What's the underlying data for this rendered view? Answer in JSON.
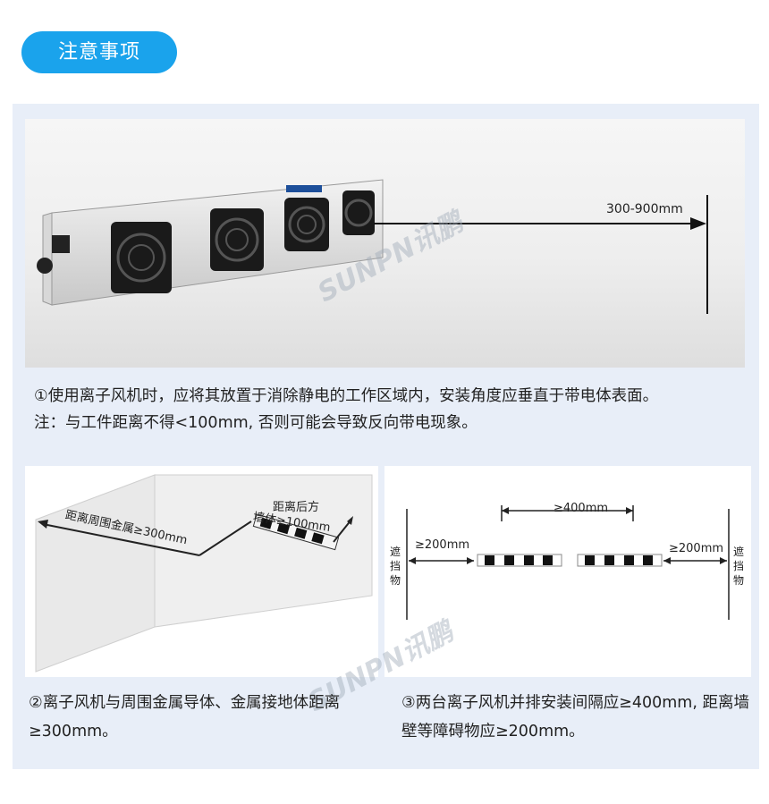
{
  "header": {
    "title": "注意事项"
  },
  "top_figure": {
    "distance_label": "300-900mm",
    "watermark": "SUNPN讯鹏"
  },
  "note1": {
    "line1": "①使用离子风机时，应将其放置于消除静电的工作区域内，安装角度应垂直于带电体表面。",
    "line2": "注：与工件距离不得<100mm, 否则可能会导致反向带电现象。"
  },
  "left_figure": {
    "label_side": "距离周围金属≥300mm",
    "label_back_line1": "距离后方",
    "label_back_line2": "墙体≥100mm"
  },
  "right_figure": {
    "label_between": "≥400mm",
    "label_left": "≥200mm",
    "label_right": "≥200mm",
    "obstacle_left": "遮挡物",
    "obstacle_right": "遮挡物",
    "watermark": "SUNPN讯鹏"
  },
  "note2": {
    "text": "②离子风机与周围金属导体、金属接地体距离≥300mm。"
  },
  "note3": {
    "text": "③两台离子风机并排安装间隔应≥400mm, 距离墙壁等障碍物应≥200mm。"
  }
}
